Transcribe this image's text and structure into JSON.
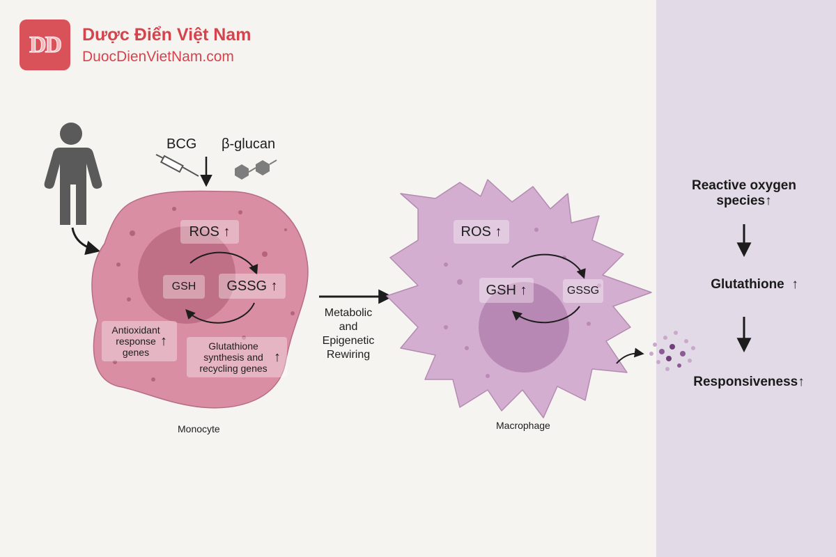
{
  "brand": {
    "logo_text": "DD",
    "name": "Dược Điển Việt Nam",
    "url": "DuocDienVietNam.com"
  },
  "stimuli": {
    "bcg": "BCG",
    "glucan": "β-glucan"
  },
  "monocyte": {
    "ros": "ROS",
    "gsh": "GSH",
    "gssg": "GSSG",
    "antioxidant": "Antioxidant response genes",
    "glutathione_genes": "Glutathione synthesis and recycling genes",
    "label": "Monocyte"
  },
  "transition": {
    "label": "Metabolic and Epigenetic Rewiring"
  },
  "macrophage": {
    "ros": "ROS",
    "gsh": "GSH",
    "gssg": "GSSG",
    "label": "Macrophage"
  },
  "summary": {
    "ros": "Reactive oxygen species",
    "glutathione": "Glutathione",
    "responsiveness": "Responsiveness"
  },
  "symbols": {
    "up": "↑"
  },
  "colors": {
    "monocyte_fill": "#d98ea3",
    "monocyte_nucleus": "#c07086",
    "macrophage_fill": "#d3aed0",
    "macrophage_nucleus": "#b888b4",
    "panel": "#e2dbe7",
    "brand": "#d5434d"
  }
}
